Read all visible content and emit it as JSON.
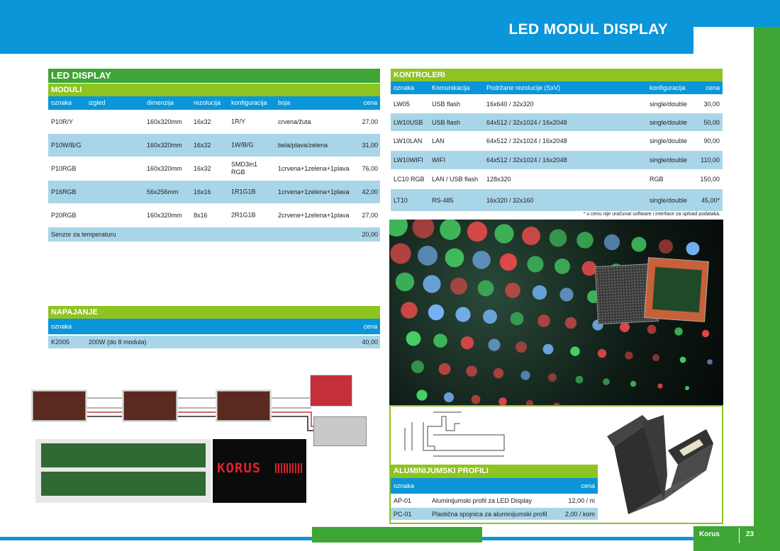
{
  "page": {
    "title": "LED MODUL DISPLAY",
    "footer_brand": "Korus",
    "page_number": "23"
  },
  "led_display": {
    "title": "LED DISPLAY",
    "subtitle": "MODULI",
    "headers": [
      "oznaka",
      "izgled",
      "dimenzija",
      "rezolucija",
      "konfiguracija",
      "boja",
      "cena"
    ],
    "rows": [
      {
        "oznaka": "P10R/Y",
        "dimenzija": "160x320mm",
        "rezolucija": "16x32",
        "konfiguracija": "1R/Y",
        "boja": "crvena/žuta",
        "cena": "27,00"
      },
      {
        "oznaka": "P10W/B/G",
        "dimenzija": "160x320mm",
        "rezolucija": "16x32",
        "konfiguracija": "1W/B/G",
        "boja": "bela/plava/zelena",
        "cena": "31,00"
      },
      {
        "oznaka": "P10RGB",
        "dimenzija": "160x320mm",
        "rezolucija": "16x32",
        "konfiguracija": "SMD3in1\nRGB",
        "boja": "1crvena+1zelena+1plava",
        "cena": "76,00"
      },
      {
        "oznaka": "P16RGB",
        "dimenzija": "56x256mm",
        "rezolucija": "16x16",
        "konfiguracija": "1R1G1B",
        "boja": "1crvena+1zelena+1plava",
        "cena": "42,00"
      },
      {
        "oznaka": "P20RGB",
        "dimenzija": "160x320mm",
        "rezolucija": "8x16",
        "konfiguracija": "2R1G1B",
        "boja": "2crvene+1zelena+1plava",
        "cena": "27,00"
      }
    ],
    "sensor": {
      "label": "Senzor za temperaturu",
      "cena": "20,00"
    }
  },
  "napajanje": {
    "title": "NAPAJANJE",
    "headers": [
      "oznaka",
      "cena"
    ],
    "row": {
      "oznaka": "K2005",
      "opis": "200W (do 8 modula)",
      "cena": "40,00"
    }
  },
  "kontroleri": {
    "title": "KONTROLERI",
    "headers": [
      "oznaka",
      "Komunikacija",
      "Podržane rezolucije (SxV)",
      "konfiguracija",
      "cena"
    ],
    "rows": [
      {
        "oznaka": "LW05",
        "kom": "USB flash",
        "rez": "16x640 / 32x320",
        "konf": "single/double",
        "cena": "30,00"
      },
      {
        "oznaka": "LW10USB",
        "kom": "USB flash",
        "rez": "64x512 / 32x1024 / 16x2048",
        "konf": "single/double",
        "cena": "50,00"
      },
      {
        "oznaka": "LW10LAN",
        "kom": "LAN",
        "rez": "64x512 / 32x1024 / 16x2048",
        "konf": "single/double",
        "cena": "90,00"
      },
      {
        "oznaka": "LW10WIFI",
        "kom": "WIFI",
        "rez": "64x512 / 32x1024 / 16x2048",
        "konf": "single/double",
        "cena": "110,00"
      },
      {
        "oznaka": "LC10 RGB",
        "kom": "LAN / USB flash",
        "rez": "128x320",
        "konf": "RGB",
        "cena": "150,00"
      },
      {
        "oznaka": "LT10",
        "kom": "RS-485",
        "rez": "16x320 / 32x160",
        "konf": "single/double",
        "cena": "45,00*"
      }
    ],
    "note": "* u cenu nije uračunat software i interface za upload podataka."
  },
  "profili": {
    "title": "ALUMINIJUMSKI PROFILI",
    "headers": [
      "oznaka",
      "cena"
    ],
    "rows": [
      {
        "oznaka": "AP-01",
        "opis": "Aluminijumski profil za LED Display",
        "cena": "12,00 / m"
      },
      {
        "oznaka": "PC-01",
        "opis": "Plastična spojnica za aluminijumski profil",
        "cena": "2,00 / kom"
      }
    ]
  },
  "sign_text": "KORUS",
  "colors": {
    "blue": "#0a96d8",
    "green": "#3fa535",
    "light_blue_row": "#a9d5e8"
  }
}
